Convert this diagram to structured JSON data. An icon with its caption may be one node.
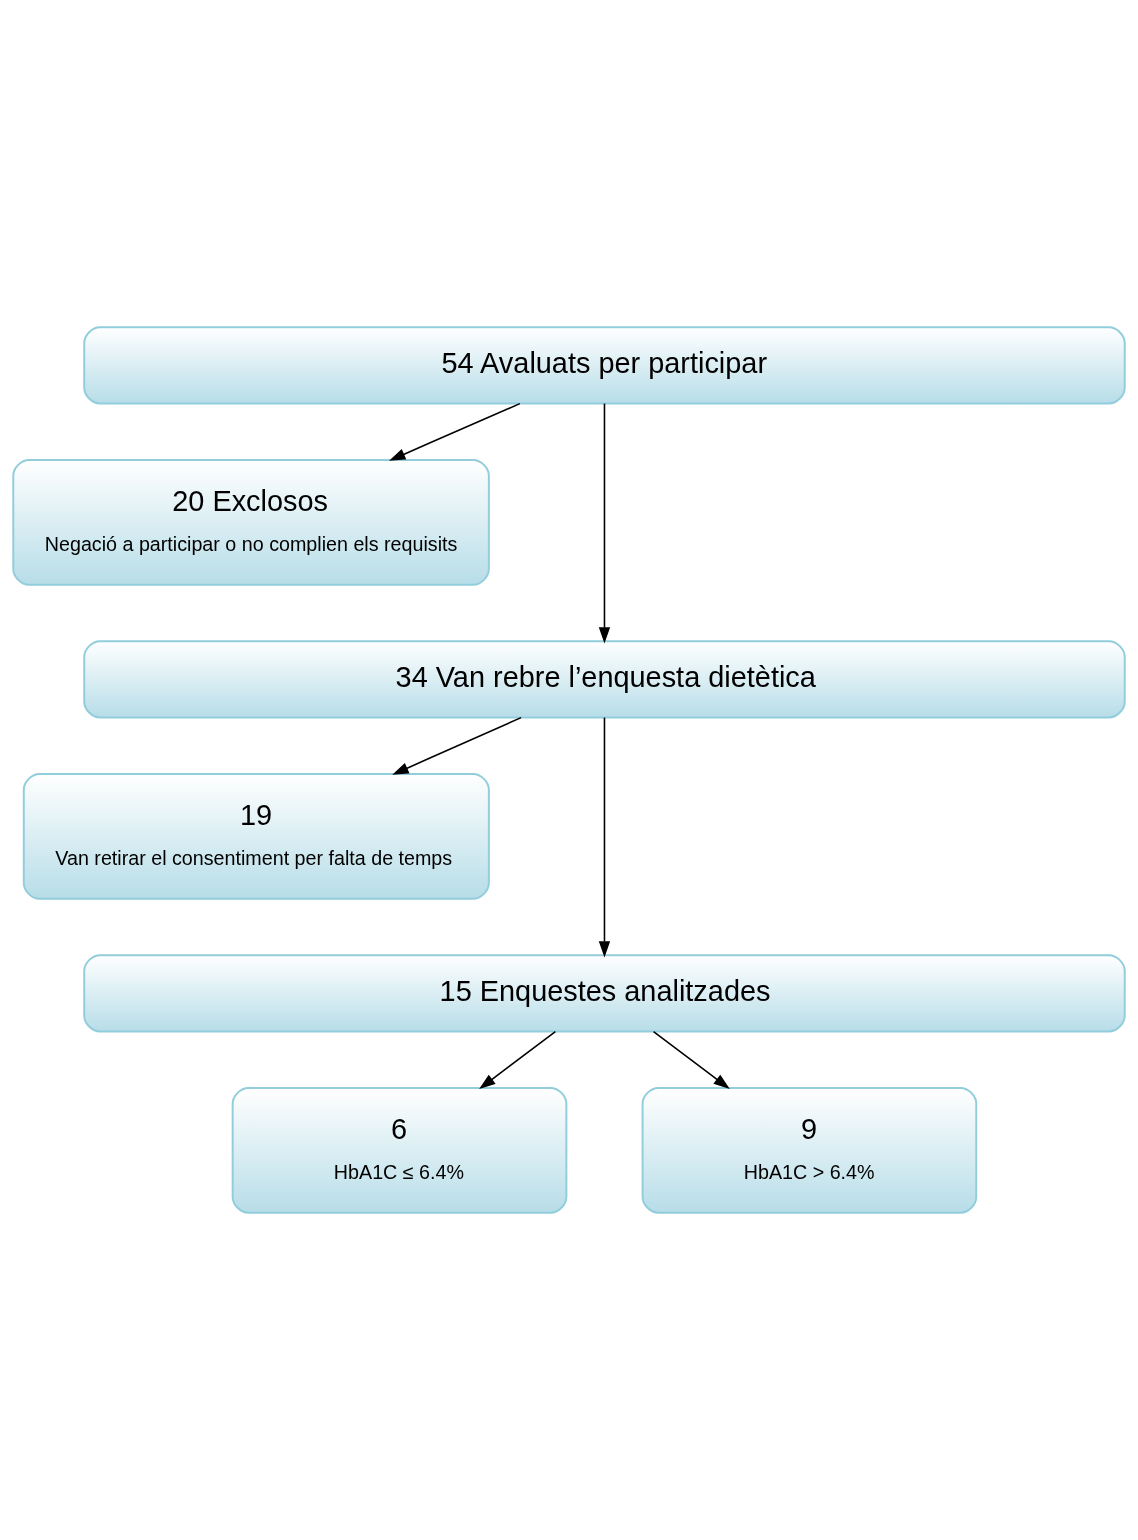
{
  "diagram": {
    "nodes": [
      {
        "text": [
          "54 Avaluats per participar"
        ]
      },
      {
        "text": [
          "20 Exclosos",
          "Negació a participar o no complien els requisits"
        ]
      },
      {
        "text": [
          "34 Van rebre l’enquesta dietètica"
        ]
      },
      {
        "text": [
          "19",
          "Van retirar el consentiment per falta de temps"
        ]
      },
      {
        "text": [
          "15 Enquestes analitzades"
        ]
      },
      {
        "text": [
          "6",
          "HbA1C ≤ 6.4%"
        ]
      },
      {
        "text": [
          "9",
          "HbA1C > 6.4%"
        ]
      }
    ],
    "edges": [
      {
        "from": 0,
        "to": 2,
        "arrow": "to"
      },
      {
        "from": 0,
        "to": 1,
        "arrow": "to"
      },
      {
        "from": 2,
        "to": 4,
        "arrow": "to"
      },
      {
        "from": 2,
        "to": 3,
        "arrow": "to"
      },
      {
        "from": 4,
        "to": 5,
        "arrow": "to"
      },
      {
        "from": 4,
        "to": 6,
        "arrow": "to"
      }
    ]
  }
}
